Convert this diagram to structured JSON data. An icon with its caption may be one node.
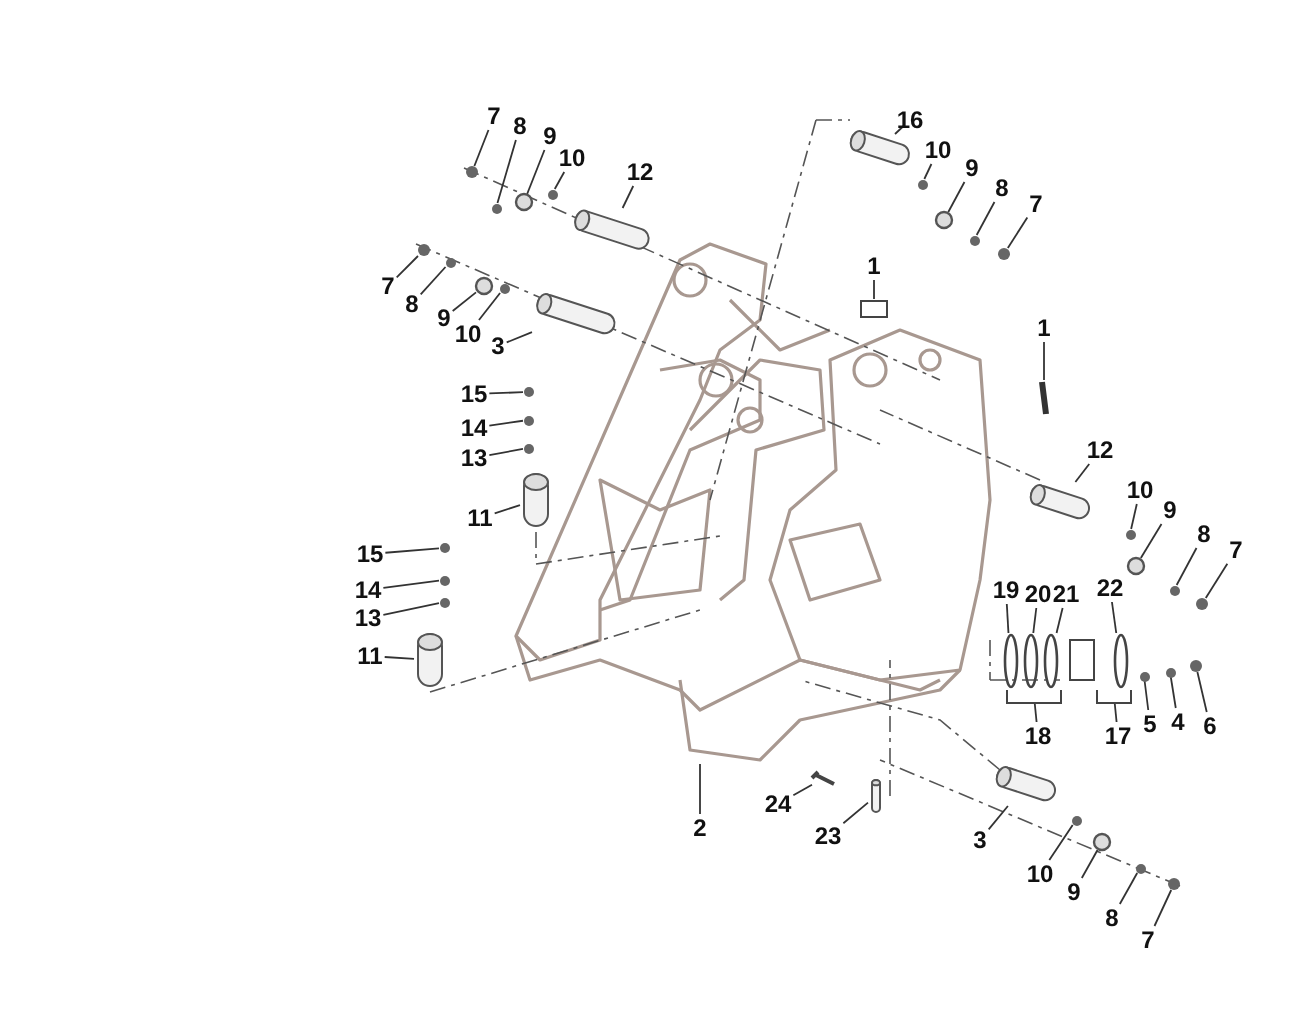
{
  "diagram": {
    "nodes": [
      {
        "text": [
          "7"
        ]
      },
      {
        "text": [
          "8"
        ]
      },
      {
        "text": [
          "9"
        ]
      },
      {
        "text": [
          "10"
        ]
      },
      {
        "text": [
          "12"
        ]
      },
      {
        "text": [
          "7"
        ]
      },
      {
        "text": [
          "8"
        ]
      },
      {
        "text": [
          "9"
        ]
      },
      {
        "text": [
          "10"
        ]
      },
      {
        "text": [
          "3"
        ]
      },
      {
        "text": [
          "16"
        ]
      },
      {
        "text": [
          "10"
        ]
      },
      {
        "text": [
          "9"
        ]
      },
      {
        "text": [
          "8"
        ]
      },
      {
        "text": [
          "7"
        ]
      },
      {
        "text": [
          "1"
        ]
      },
      {
        "text": [
          "1"
        ]
      },
      {
        "text": [
          "15"
        ]
      },
      {
        "text": [
          "14"
        ]
      },
      {
        "text": [
          "13"
        ]
      },
      {
        "text": [
          "11"
        ]
      },
      {
        "text": [
          "15"
        ]
      },
      {
        "text": [
          "14"
        ]
      },
      {
        "text": [
          "13"
        ]
      },
      {
        "text": [
          "11"
        ]
      },
      {
        "text": [
          "12"
        ]
      },
      {
        "text": [
          "10"
        ]
      },
      {
        "text": [
          "9"
        ]
      },
      {
        "text": [
          "8"
        ]
      },
      {
        "text": [
          "7"
        ]
      },
      {
        "text": [
          "19"
        ]
      },
      {
        "text": [
          "20"
        ]
      },
      {
        "text": [
          "21"
        ]
      },
      {
        "text": [
          "22"
        ]
      },
      {
        "text": [
          "18"
        ]
      },
      {
        "text": [
          "17"
        ]
      },
      {
        "text": [
          "5"
        ]
      },
      {
        "text": [
          "4"
        ]
      },
      {
        "text": [
          "6"
        ]
      },
      {
        "text": [
          "2"
        ]
      },
      {
        "text": [
          "24"
        ]
      },
      {
        "text": [
          "23"
        ]
      },
      {
        "text": [
          "3"
        ]
      },
      {
        "text": [
          "10"
        ]
      },
      {
        "text": [
          "9"
        ]
      },
      {
        "text": [
          "8"
        ]
      },
      {
        "text": [
          "7"
        ]
      },
      {
        "text": [],
        "shape": "circle"
      },
      {
        "text": [],
        "shape": "circle"
      },
      {
        "text": [],
        "shape": "circle"
      },
      {
        "text": [],
        "shape": "circle"
      },
      {
        "text": [],
        "shape": "cylinder"
      },
      {
        "text": [],
        "shape": "circle"
      },
      {
        "text": [],
        "shape": "circle"
      },
      {
        "text": [],
        "shape": "circle"
      },
      {
        "text": [],
        "shape": "circle"
      },
      {
        "text": [],
        "shape": "cylinder"
      },
      {
        "text": [],
        "shape": "cylinder"
      },
      {
        "text": [],
        "shape": "circle"
      },
      {
        "text": [],
        "shape": "circle"
      },
      {
        "text": [],
        "shape": "circle"
      },
      {
        "text": [],
        "shape": "circle"
      },
      {
        "text": [],
        "shape": "box"
      },
      {
        "text": [],
        "shape": "bar"
      },
      {
        "text": [],
        "shape": "circle"
      },
      {
        "text": [],
        "shape": "circle"
      },
      {
        "text": [],
        "shape": "circle"
      },
      {
        "text": [],
        "shape": "cylinder"
      },
      {
        "text": [],
        "shape": "circle"
      },
      {
        "text": [],
        "shape": "circle"
      },
      {
        "text": [],
        "shape": "circle"
      },
      {
        "text": [],
        "shape": "cylinder"
      },
      {
        "text": [],
        "shape": "cylinder"
      },
      {
        "text": [],
        "shape": "circle"
      },
      {
        "text": [],
        "shape": "circle"
      },
      {
        "text": [],
        "shape": "circle"
      },
      {
        "text": [],
        "shape": "circle"
      },
      {
        "text": [],
        "shape": "ring"
      },
      {
        "text": [],
        "shape": "ring"
      },
      {
        "text": [],
        "shape": "ring"
      },
      {
        "text": [],
        "shape": "ring"
      },
      {
        "text": [],
        "shape": "bracket"
      },
      {
        "text": [],
        "shape": "bracket"
      },
      {
        "text": [],
        "shape": "circle"
      },
      {
        "text": [],
        "shape": "circle"
      },
      {
        "text": [],
        "shape": "circle"
      },
      {
        "text": [],
        "shape": "bolt"
      },
      {
        "text": [],
        "shape": "cylinder"
      },
      {
        "text": [],
        "shape": "cylinder"
      },
      {
        "text": [],
        "shape": "circle"
      },
      {
        "text": [],
        "shape": "circle"
      },
      {
        "text": [],
        "shape": "circle"
      },
      {
        "text": [],
        "shape": "circle"
      }
    ],
    "edges": [
      {
        "from": 0,
        "to": 47,
        "arrow": "none"
      },
      {
        "from": 1,
        "to": 48,
        "arrow": "none"
      },
      {
        "from": 2,
        "to": 49,
        "arrow": "none"
      },
      {
        "from": 3,
        "to": 50,
        "arrow": "none"
      },
      {
        "from": 4,
        "to": 51,
        "arrow": "none"
      },
      {
        "from": 5,
        "to": 52,
        "arrow": "none"
      },
      {
        "from": 6,
        "to": 53,
        "arrow": "none"
      },
      {
        "from": 7,
        "to": 54,
        "arrow": "none"
      },
      {
        "from": 8,
        "to": 55,
        "arrow": "none"
      },
      {
        "from": 9,
        "to": 56,
        "arrow": "none"
      },
      {
        "from": 10,
        "to": 57,
        "arrow": "none"
      },
      {
        "from": 11,
        "to": 58,
        "arrow": "none"
      },
      {
        "from": 12,
        "to": 59,
        "arrow": "none"
      },
      {
        "from": 13,
        "to": 60,
        "arrow": "none"
      },
      {
        "from": 14,
        "to": 61,
        "arrow": "none"
      },
      {
        "from": 15,
        "to": 62,
        "arrow": "none"
      },
      {
        "from": 16,
        "to": 63,
        "arrow": "none"
      },
      {
        "from": 17,
        "to": 64,
        "arrow": "none"
      },
      {
        "from": 18,
        "to": 65,
        "arrow": "none"
      },
      {
        "from": 19,
        "to": 66,
        "arrow": "none"
      },
      {
        "from": 20,
        "to": 67,
        "arrow": "none"
      },
      {
        "from": 21,
        "to": 68,
        "arrow": "none"
      },
      {
        "from": 22,
        "to": 69,
        "arrow": "none"
      },
      {
        "from": 23,
        "to": 70,
        "arrow": "none"
      },
      {
        "from": 24,
        "to": 71,
        "arrow": "none"
      },
      {
        "from": 25,
        "to": 72,
        "arrow": "none"
      },
      {
        "from": 26,
        "to": 73,
        "arrow": "none"
      },
      {
        "from": 27,
        "to": 74,
        "arrow": "none"
      },
      {
        "from": 28,
        "to": 75,
        "arrow": "none"
      },
      {
        "from": 29,
        "to": 76,
        "arrow": "none"
      },
      {
        "from": 30,
        "to": 77,
        "arrow": "none"
      },
      {
        "from": 31,
        "to": 78,
        "arrow": "none"
      },
      {
        "from": 32,
        "to": 79,
        "arrow": "none"
      },
      {
        "from": 33,
        "to": 80,
        "arrow": "none"
      },
      {
        "from": 34,
        "to": 81,
        "arrow": "none"
      },
      {
        "from": 35,
        "to": 82,
        "arrow": "none"
      },
      {
        "from": 36,
        "to": 83,
        "arrow": "none"
      },
      {
        "from": 37,
        "to": 84,
        "arrow": "none"
      },
      {
        "from": 38,
        "to": 85,
        "arrow": "none"
      },
      {
        "from": 39,
        "to": null,
        "arrow": "none"
      },
      {
        "from": 40,
        "to": 86,
        "arrow": "none"
      },
      {
        "from": 41,
        "to": 87,
        "arrow": "none"
      },
      {
        "from": 42,
        "to": 88,
        "arrow": "none"
      },
      {
        "from": 43,
        "to": 89,
        "arrow": "none"
      },
      {
        "from": 44,
        "to": 90,
        "arrow": "none"
      },
      {
        "from": 45,
        "to": 91,
        "arrow": "none"
      },
      {
        "from": 46,
        "to": 92,
        "arrow": "none"
      }
    ]
  }
}
